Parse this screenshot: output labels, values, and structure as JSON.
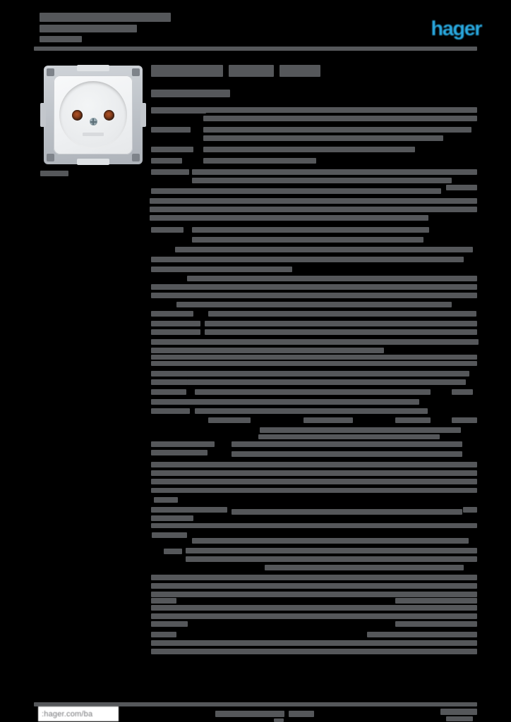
{
  "colors": {
    "background": "#000000",
    "text_bar": "#55575a",
    "rule": "#55575a",
    "accent_logo": "#29a9e0",
    "footer_box_bg": "#ffffff",
    "footer_box_text": "#77787b"
  },
  "header": {
    "logo_text": "hager"
  },
  "footer": {
    "url_label": ":hager.com/ba"
  },
  "greeked": {
    "note": "document text is rendered greeked (illegible) in the source screenshot; bars reproduce its layout",
    "header_bars": [
      [
        56,
        18,
        186,
        13
      ],
      [
        56,
        35,
        138,
        11
      ],
      [
        56,
        51,
        60,
        9
      ]
    ],
    "title_bars": [
      [
        214,
        92,
        102,
        17
      ],
      [
        324,
        92,
        64,
        17
      ],
      [
        396,
        92,
        58,
        17
      ],
      [
        214,
        127,
        112,
        11
      ]
    ],
    "caption_bars": [
      [
        57,
        242,
        40,
        8
      ]
    ],
    "content_bars": [
      [
        214,
        152,
        78,
        9
      ],
      [
        288,
        152,
        388,
        8
      ],
      [
        288,
        164,
        388,
        8
      ],
      [
        214,
        180,
        56,
        8
      ],
      [
        288,
        180,
        380,
        8
      ],
      [
        288,
        192,
        340,
        8
      ],
      [
        214,
        208,
        60,
        8
      ],
      [
        288,
        208,
        300,
        8
      ],
      [
        214,
        224,
        44,
        8
      ],
      [
        288,
        224,
        160,
        8
      ],
      [
        214,
        240,
        54,
        8
      ],
      [
        272,
        240,
        404,
        8
      ],
      [
        272,
        252,
        368,
        8
      ],
      [
        632,
        262,
        44,
        8
      ],
      [
        214,
        267,
        411,
        8
      ],
      [
        212,
        281,
        464,
        8
      ],
      [
        212,
        293,
        464,
        8
      ],
      [
        212,
        305,
        395,
        8
      ],
      [
        214,
        322,
        46,
        8
      ],
      [
        272,
        322,
        336,
        8
      ],
      [
        272,
        336,
        328,
        8
      ],
      [
        248,
        350,
        422,
        8
      ],
      [
        214,
        364,
        443,
        8
      ],
      [
        214,
        378,
        200,
        8
      ],
      [
        265,
        391,
        411,
        8
      ],
      [
        214,
        403,
        462,
        8
      ],
      [
        214,
        415,
        462,
        8
      ],
      [
        250,
        428,
        390,
        8
      ],
      [
        214,
        441,
        60,
        8
      ],
      [
        295,
        441,
        380,
        8
      ],
      [
        214,
        455,
        70,
        8
      ],
      [
        290,
        455,
        386,
        8
      ],
      [
        214,
        467,
        70,
        8
      ],
      [
        290,
        467,
        386,
        8
      ],
      [
        214,
        481,
        464,
        8
      ],
      [
        214,
        493,
        330,
        8
      ],
      [
        214,
        503,
        462,
        7
      ],
      [
        214,
        512,
        462,
        7
      ],
      [
        214,
        526,
        60,
        8
      ],
      [
        265,
        526,
        400,
        8
      ],
      [
        214,
        538,
        52,
        8
      ],
      [
        265,
        538,
        395,
        8
      ],
      [
        214,
        552,
        50,
        8
      ],
      [
        276,
        552,
        334,
        8
      ],
      [
        640,
        552,
        30,
        8
      ],
      [
        214,
        566,
        380,
        8
      ],
      [
        214,
        579,
        55,
        8
      ],
      [
        276,
        579,
        330,
        8
      ],
      [
        295,
        592,
        60,
        8
      ],
      [
        430,
        592,
        70,
        8
      ],
      [
        560,
        592,
        50,
        8
      ],
      [
        640,
        592,
        36,
        8
      ],
      [
        368,
        606,
        285,
        8
      ],
      [
        366,
        616,
        257,
        7
      ],
      [
        214,
        626,
        90,
        8
      ],
      [
        328,
        626,
        327,
        8
      ],
      [
        214,
        638,
        80,
        8
      ],
      [
        328,
        640,
        327,
        8
      ],
      [
        214,
        655,
        462,
        8
      ],
      [
        214,
        667,
        462,
        8
      ],
      [
        214,
        679,
        462,
        8
      ],
      [
        214,
        692,
        462,
        7
      ],
      [
        218,
        705,
        34,
        8
      ],
      [
        214,
        719,
        108,
        8
      ],
      [
        328,
        722,
        327,
        8
      ],
      [
        656,
        719,
        20,
        8
      ],
      [
        214,
        731,
        60,
        8
      ],
      [
        214,
        742,
        462,
        7
      ],
      [
        215,
        755,
        50,
        8
      ],
      [
        272,
        763,
        392,
        8
      ],
      [
        232,
        778,
        26,
        8
      ],
      [
        263,
        777,
        413,
        8
      ],
      [
        263,
        789,
        413,
        8
      ],
      [
        375,
        801,
        282,
        8
      ],
      [
        214,
        815,
        462,
        8
      ],
      [
        214,
        827,
        462,
        8
      ],
      [
        214,
        839,
        462,
        8
      ],
      [
        214,
        848,
        36,
        8
      ],
      [
        560,
        848,
        116,
        8
      ],
      [
        214,
        858,
        462,
        8
      ],
      [
        214,
        870,
        462,
        8
      ],
      [
        214,
        881,
        52,
        8
      ],
      [
        560,
        881,
        116,
        8
      ],
      [
        214,
        896,
        36,
        8
      ],
      [
        520,
        896,
        156,
        8
      ],
      [
        214,
        908,
        462,
        8
      ],
      [
        214,
        920,
        462,
        8
      ]
    ],
    "footer_bars": [
      [
        305,
        1008,
        98,
        9
      ],
      [
        409,
        1008,
        36,
        9
      ],
      [
        388,
        1019,
        14,
        5
      ],
      [
        624,
        1005,
        52,
        9
      ],
      [
        632,
        1016,
        38,
        7
      ]
    ],
    "rules": [
      [
        48,
        66,
        628,
        6
      ],
      [
        48,
        996,
        628,
        6
      ]
    ]
  }
}
